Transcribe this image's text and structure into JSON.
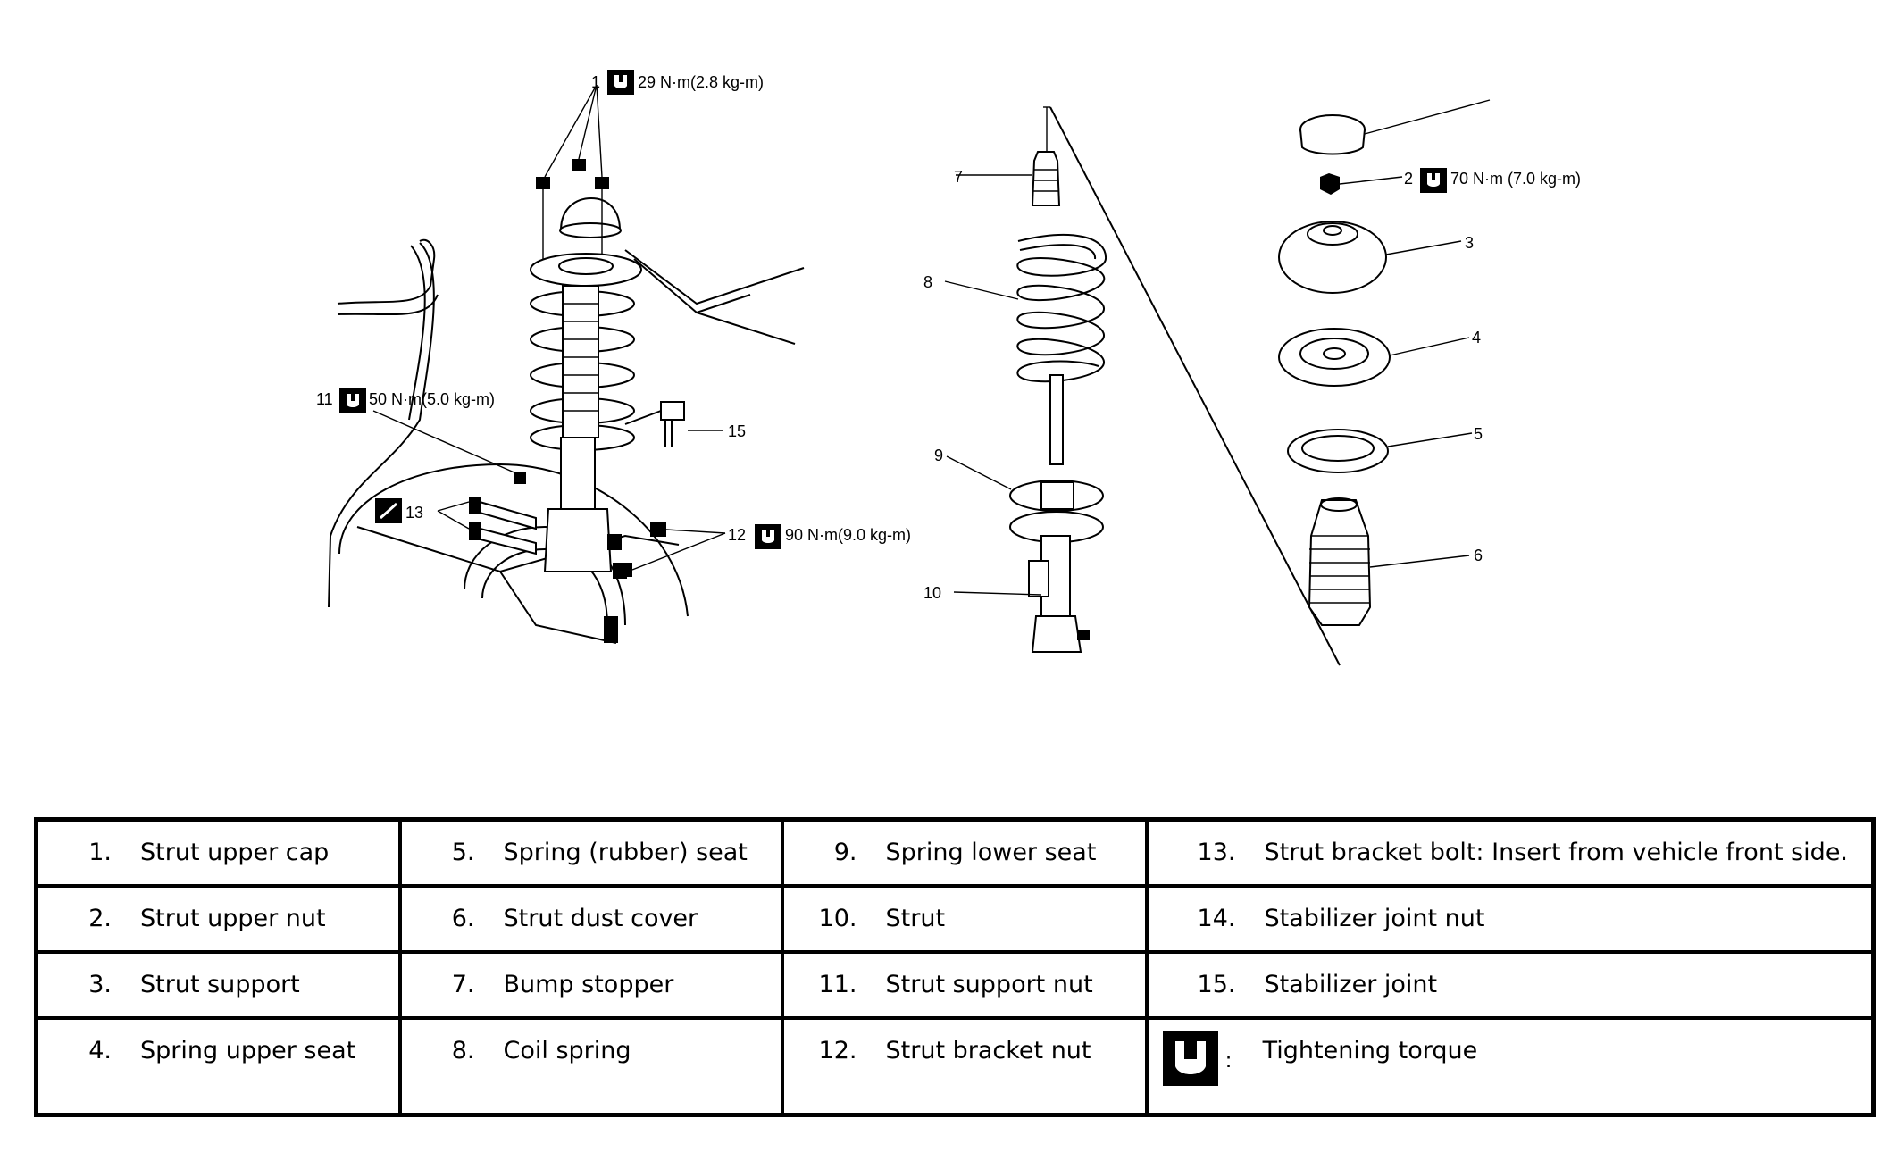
{
  "callouts": {
    "c1": "1",
    "c1_torque": "29 N·m(2.8 kg-m)",
    "c2": "2",
    "c2_torque": "70 N·m (7.0 kg-m)",
    "c3": "3",
    "c4": "4",
    "c5": "5",
    "c6": "6",
    "c7": "7",
    "c8": "8",
    "c9": "9",
    "c10": "10",
    "c11": "11",
    "c11_torque": "50 N·m(5.0 kg-m)",
    "c12": "12",
    "c12_torque": "90 N·m(9.0 kg-m)",
    "c13": "13",
    "c15": "15"
  },
  "legend": {
    "rows": [
      [
        {
          "num": "1.",
          "text": "Strut upper cap"
        },
        {
          "num": "5.",
          "text": "Spring (rubber) seat"
        },
        {
          "num": "9.",
          "text": "Spring lower seat"
        },
        {
          "num": "13.",
          "text": "Strut bracket bolt: Insert from vehicle front side."
        }
      ],
      [
        {
          "num": "2.",
          "text": "Strut upper nut"
        },
        {
          "num": "6.",
          "text": "Strut dust cover"
        },
        {
          "num": "10.",
          "text": "Strut"
        },
        {
          "num": "14.",
          "text": "Stabilizer joint nut"
        }
      ],
      [
        {
          "num": "3.",
          "text": "Strut support"
        },
        {
          "num": "7.",
          "text": "Bump stopper"
        },
        {
          "num": "11.",
          "text": "Strut support nut"
        },
        {
          "num": "15.",
          "text": "Stabilizer joint"
        }
      ],
      [
        {
          "num": "4.",
          "text": "Spring upper seat"
        },
        {
          "num": "8.",
          "text": "Coil spring"
        },
        {
          "num": "12.",
          "text": "Strut bracket nut"
        }
      ]
    ],
    "torque_colon": ":",
    "torque_text": "Tightening torque"
  },
  "icons": {
    "torque": "torque-wrench-icon"
  }
}
